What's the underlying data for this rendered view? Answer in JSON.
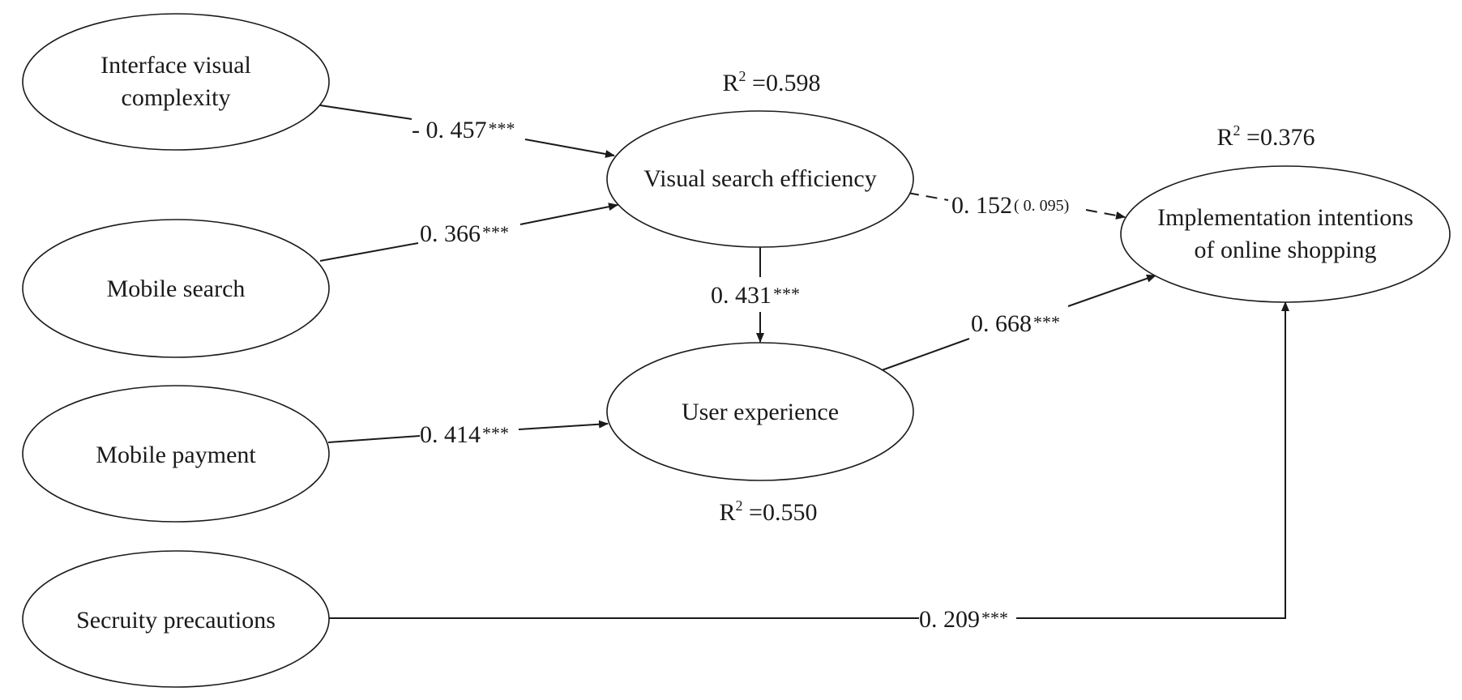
{
  "nodes": {
    "interface_visual_complexity": {
      "lines": [
        "Interface visual",
        "complexity"
      ]
    },
    "mobile_search": {
      "lines": [
        "Mobile search"
      ]
    },
    "mobile_payment": {
      "lines": [
        "Mobile payment"
      ]
    },
    "security_precautions": {
      "lines": [
        "Secruity precautions"
      ]
    },
    "visual_search_efficiency": {
      "lines": [
        "Visual search efficiency"
      ]
    },
    "user_experience": {
      "lines": [
        "User experience"
      ]
    },
    "implementation_intentions": {
      "lines": [
        "Implementation intentions",
        "of online shopping"
      ]
    }
  },
  "r_squared": {
    "visual_search_efficiency": {
      "label": "R",
      "sup": "2",
      "value": " =0.598"
    },
    "user_experience": {
      "label": "R",
      "sup": "2",
      "value": " =0.550"
    },
    "implementation_intentions": {
      "label": "R",
      "sup": "2",
      "value": " =0.376"
    }
  },
  "paths": [
    {
      "id": "ivc_to_vse",
      "from": "interface_visual_complexity",
      "to": "visual_search_efficiency",
      "coef": "- 0. 457",
      "sig": "***",
      "style": "solid"
    },
    {
      "id": "ms_to_vse",
      "from": "mobile_search",
      "to": "visual_search_efficiency",
      "coef": "0. 366",
      "sig": "***",
      "style": "solid"
    },
    {
      "id": "vse_to_ue",
      "from": "visual_search_efficiency",
      "to": "user_experience",
      "coef": "0. 431",
      "sig": "***",
      "style": "solid"
    },
    {
      "id": "vse_to_ii",
      "from": "visual_search_efficiency",
      "to": "implementation_intentions",
      "coef": "0. 152",
      "pval": "( 0. 095)",
      "style": "dashed"
    },
    {
      "id": "ue_to_ii",
      "from": "user_experience",
      "to": "implementation_intentions",
      "coef": "0. 668",
      "sig": "***",
      "style": "solid"
    },
    {
      "id": "mp_to_ue",
      "from": "mobile_payment",
      "to": "user_experience",
      "coef": "0. 414",
      "sig": "***",
      "style": "solid"
    },
    {
      "id": "sp_to_ii",
      "from": "security_precautions",
      "to": "implementation_intentions",
      "coef": "0. 209",
      "sig": "***",
      "style": "solid"
    }
  ]
}
